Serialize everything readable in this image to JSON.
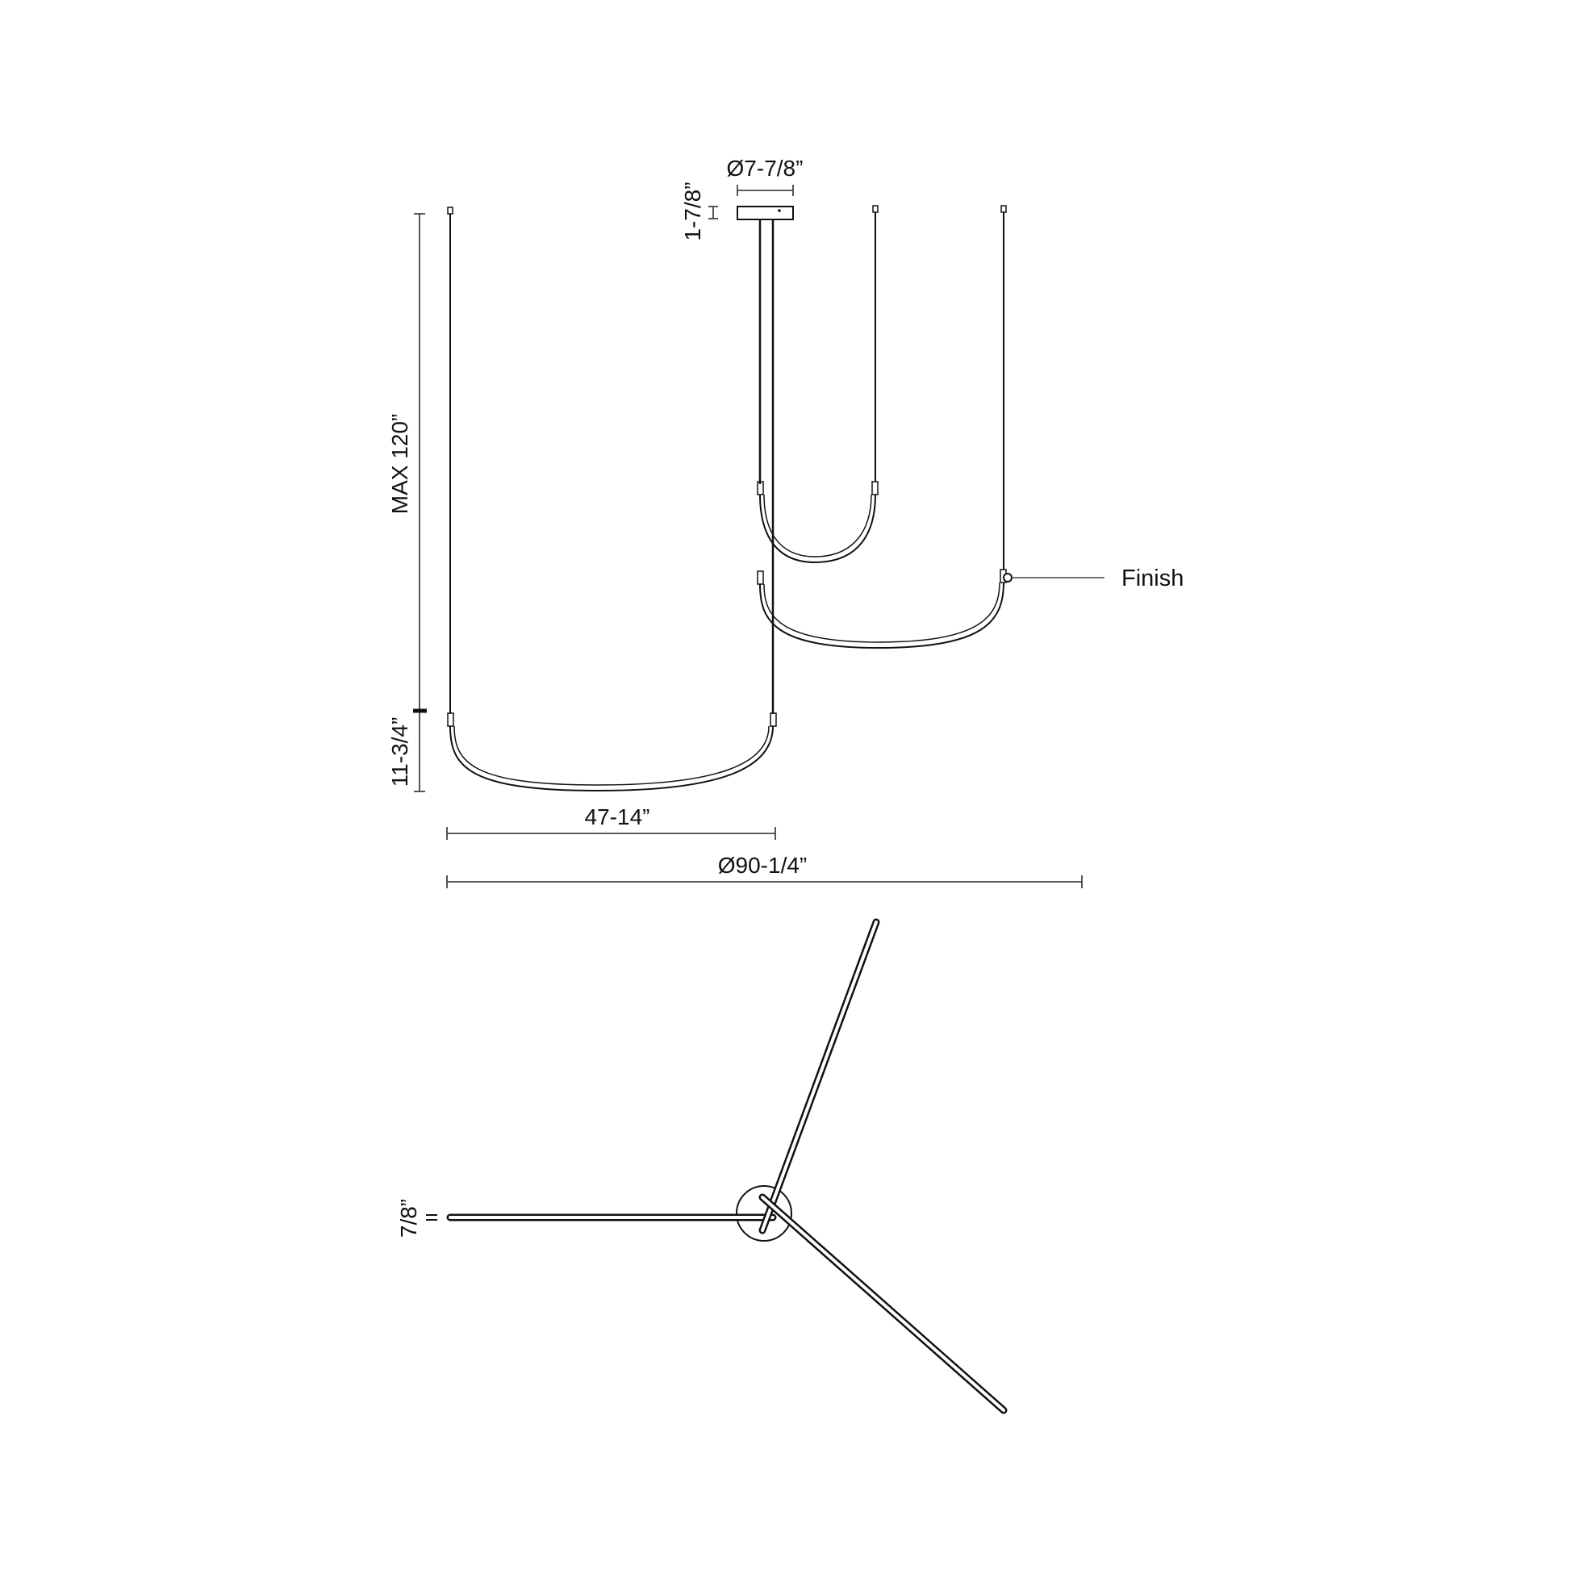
{
  "diagram": {
    "type": "product-dimension-drawing",
    "colors": {
      "line": "#111111",
      "dim_line": "#444444",
      "background": "#ffffff"
    },
    "front_view": {
      "canopy_diameter": "Ø7-7/8”",
      "canopy_height": "1-7/8”",
      "max_height": "MAX 120”",
      "ring_height": "11-3/4”",
      "ring_width": "47-14”",
      "overall_diameter": "Ø90-1/4”",
      "callout_finish": "Finish"
    },
    "top_view": {
      "tube_diameter": "7/8”"
    }
  }
}
